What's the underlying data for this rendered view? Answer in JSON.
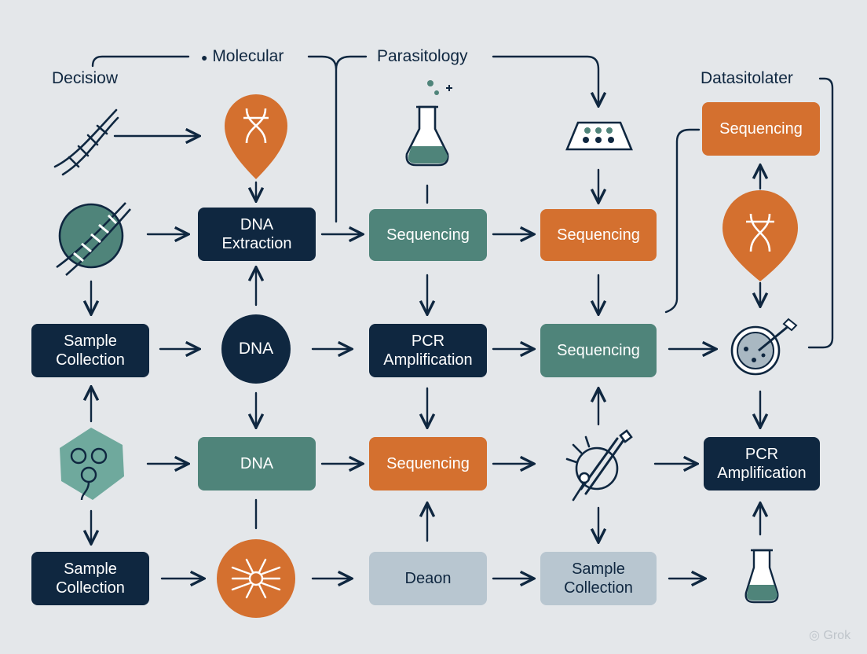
{
  "labels": {
    "decision": "Decisiow",
    "molecular": "Molecular",
    "parasitology": "Parasitology",
    "datasitolater": "Datasitolater"
  },
  "nodes": {
    "dna_extraction": "DNA\nExtraction",
    "sequencing_r1_teal": "Sequencing",
    "sequencing_r1_orange": "Sequencing",
    "sequencing_top_right": "Sequencing",
    "sample_collection_r2": "Sample\nCollection",
    "dna_circle": "DNA",
    "pcr_amplification_r2": "PCR\nAmplification",
    "sequencing_r2_teal": "Sequencing",
    "dna_r3": "DNA",
    "sequencing_r3_orange": "Sequencing",
    "pcr_amplification_r3": "PCR\nAmplification",
    "sample_collection_r4": "Sample\nCollection",
    "deaon": "Deaon",
    "sample_collection_r4_light": "Sample\nCollection"
  },
  "watermark": "Grok",
  "colors": {
    "navy": "#0f2740",
    "teal": "#4f847a",
    "orange": "#d4702f",
    "light": "#b8c6d0",
    "background": "#e4e7ea"
  },
  "icons": [
    "dna-helix-icon",
    "location-pin-dna-icon",
    "flask-icon",
    "microplate-icon",
    "dna-circle-icon",
    "hexagon-molecule-icon",
    "neuron-circle-icon",
    "microscope-icon",
    "petri-dish-icon",
    "small-flask-icon",
    "pin-dna-icon"
  ]
}
